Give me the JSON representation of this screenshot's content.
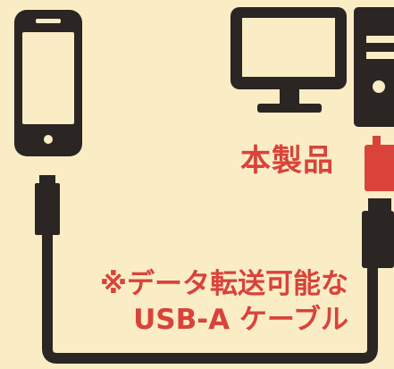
{
  "labels": {
    "product": "本製品",
    "cable_line1": "※データ転送可能な",
    "cable_line2": "USB-A ケーブル"
  },
  "colors": {
    "background": "#FAEDC6",
    "device": "#2B2523",
    "accent": "#D9433A"
  },
  "icons": [
    "smartphone-icon",
    "monitor-icon",
    "desktop-tower-icon",
    "usb-cable-icon",
    "product-adapter-icon"
  ]
}
